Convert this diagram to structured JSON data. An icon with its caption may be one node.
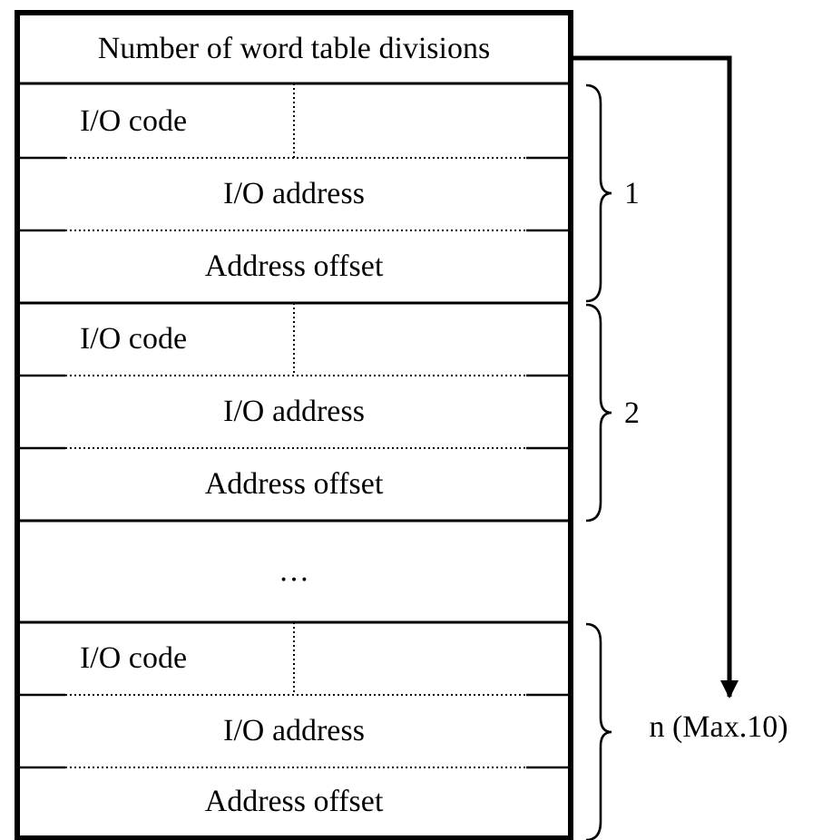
{
  "diagram": {
    "nodes": [
      {
        "text": [
          "Number of word table divisions"
        ]
      },
      {
        "text": [
          "I/O code"
        ]
      },
      {
        "text": [
          "I/O address"
        ]
      },
      {
        "text": [
          "Address offset"
        ]
      },
      {
        "text": [
          "I/O code"
        ]
      },
      {
        "text": [
          "I/O address"
        ]
      },
      {
        "text": [
          "Address offset"
        ]
      },
      {
        "text": [
          "…"
        ]
      },
      {
        "text": [
          "I/O code"
        ]
      },
      {
        "text": [
          "I/O address"
        ]
      },
      {
        "text": [
          "Address offset"
        ]
      },
      {
        "text": [
          "n (Max.10)"
        ]
      }
    ],
    "edges": [
      {
        "from": 0,
        "to": 11,
        "arrow": "to"
      }
    ],
    "labels": [
      "1",
      "2"
    ]
  }
}
